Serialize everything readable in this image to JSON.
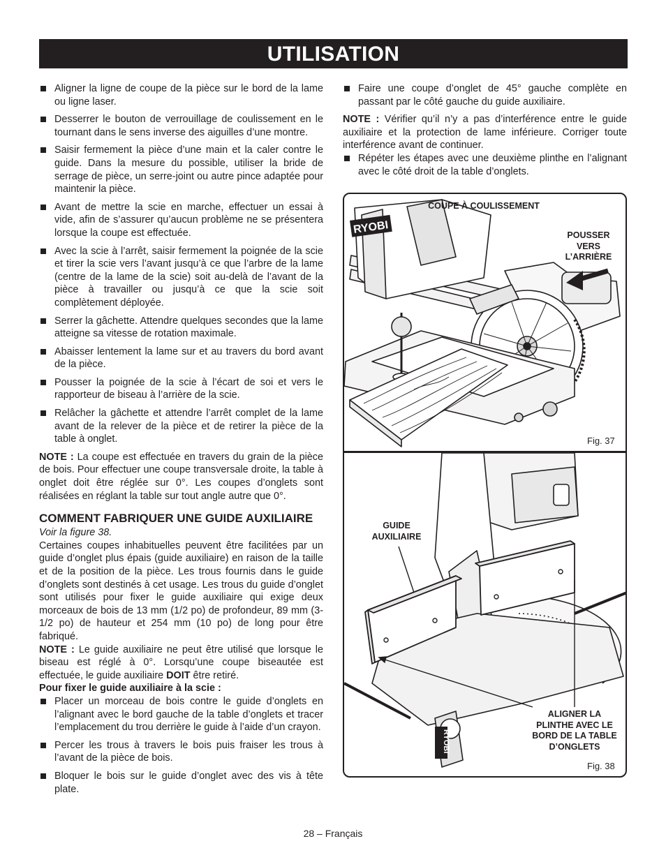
{
  "header": {
    "title": "UTILISATION"
  },
  "left": {
    "bullets": [
      "Aligner la ligne de coupe de la pièce sur le bord de la lame ou ligne laser.",
      "Desserrer le bouton de verrouillage de coulissement en le tournant dans le sens inverse des aiguilles d’une montre.",
      "Saisir fermement la pièce d’une main et la caler contre le guide. Dans la mesure du possible, utiliser la bride de serrage de pièce, un serre-joint ou autre pince adaptée pour maintenir la pièce.",
      "Avant de mettre la scie en marche, effectuer un essai à vide, afin de s’assurer qu’aucun problème ne se présentera lorsque la coupe est effectuée.",
      "Avec la scie à l’arrêt, saisir fermement la poignée de la scie et tirer la scie vers l’avant jusqu’à ce que l’arbre de la lame (centre de la lame de la scie) soit au-delà de l’avant de la pièce à travailler ou jusqu’à ce que la scie soit complètement déployée.",
      "Serrer la gâchette. Attendre quelques secondes que la lame atteigne sa vitesse de rotation maximale.",
      "Abaisser lentement la lame sur et au travers du bord avant de la pièce.",
      "Pousser la poignée de la scie à l’écart de soi et vers le rapporteur de biseau à l’arrière de la scie.",
      "Relâcher la gâchette et attendre l’arrêt complet de la lame avant de la relever de la pièce et de retirer la pièce de la table à onglet."
    ],
    "note1": {
      "label": "NOTE :",
      "text": " La coupe est effectuée en travers du grain de la pièce de bois. Pour effectuer une coupe transversale droite, la table à onglet doit être réglée sur 0°. Les coupes d’onglets sont réalisées en réglant la table sur tout angle autre que 0°."
    },
    "section_title": "COMMENT FABRIQUER UNE GUIDE AUXILIAIRE",
    "see_figure": "Voir la figure 38.",
    "para": "Certaines coupes inhabituelles peuvent être facilitées par un guide d’onglet plus épais (guide auxiliaire) en raison de la taille et de la position de la pièce. Les trous fournis dans le guide d’onglets sont destinés à cet usage. Les trous du guide d’onglet sont utilisés pour fixer le guide auxiliaire qui exige deux morceaux de bois de 13 mm (1/2 po) de profondeur, 89 mm (3-1/2 po) de hauteur et 254 mm (10 po) de long pour être fabriqué.",
    "note2": {
      "label": "NOTE :",
      "text_a": " Le guide auxiliaire ne peut être utilisé que lorsque le biseau est réglé à 0°. Lorsqu’une coupe biseautée est effectuée, le guide auxiliaire ",
      "bold": "DOIT",
      "text_b": " être retiré."
    },
    "subheading": "Pour fixer le guide auxiliaire à la scie :",
    "bullets2": [
      "Placer un morceau de bois contre le guide d’onglets en l’alignant avec le bord gauche de la table d’onglets et tracer l’emplacement du trou derrière le guide à l’aide d’un crayon.",
      "Percer les trous à travers le bois puis fraiser les trous à l’avant de la pièce de bois.",
      "Bloquer le bois sur le guide d’onglet avec des vis à tête plate."
    ]
  },
  "right": {
    "bullet1": "Faire une coupe d’onglet de 45° gauche complète en passant par le côté gauche du guide auxiliaire.",
    "note": {
      "label": "NOTE :",
      "text": " Vérifier qu’il n’y a pas d’interférence entre le guide auxiliaire et la protection de lame inférieure. Corriger toute interférence avant de continuer."
    },
    "bullet2": "Répéter les étapes avec une deuxième plinthe en l’alignant avec le côté droit de la table d’onglets."
  },
  "fig37": {
    "title": "COUPE À COULISSEMENT",
    "push_label": [
      "POUSSER",
      "VERS",
      "L’ARRIÈRE"
    ],
    "brand": "RYOBI",
    "fig_label": "Fig. 37"
  },
  "fig38": {
    "guide_label": [
      "GUIDE",
      "AUXILIAIRE"
    ],
    "align_label": [
      "ALIGNER LA",
      "PLINTHE AVEC LE",
      "BORD DE LA TABLE",
      "D’ONGLETS"
    ],
    "brand": "RYOBI",
    "fig_label": "Fig. 38"
  },
  "footer": {
    "page": "28 – Français"
  }
}
